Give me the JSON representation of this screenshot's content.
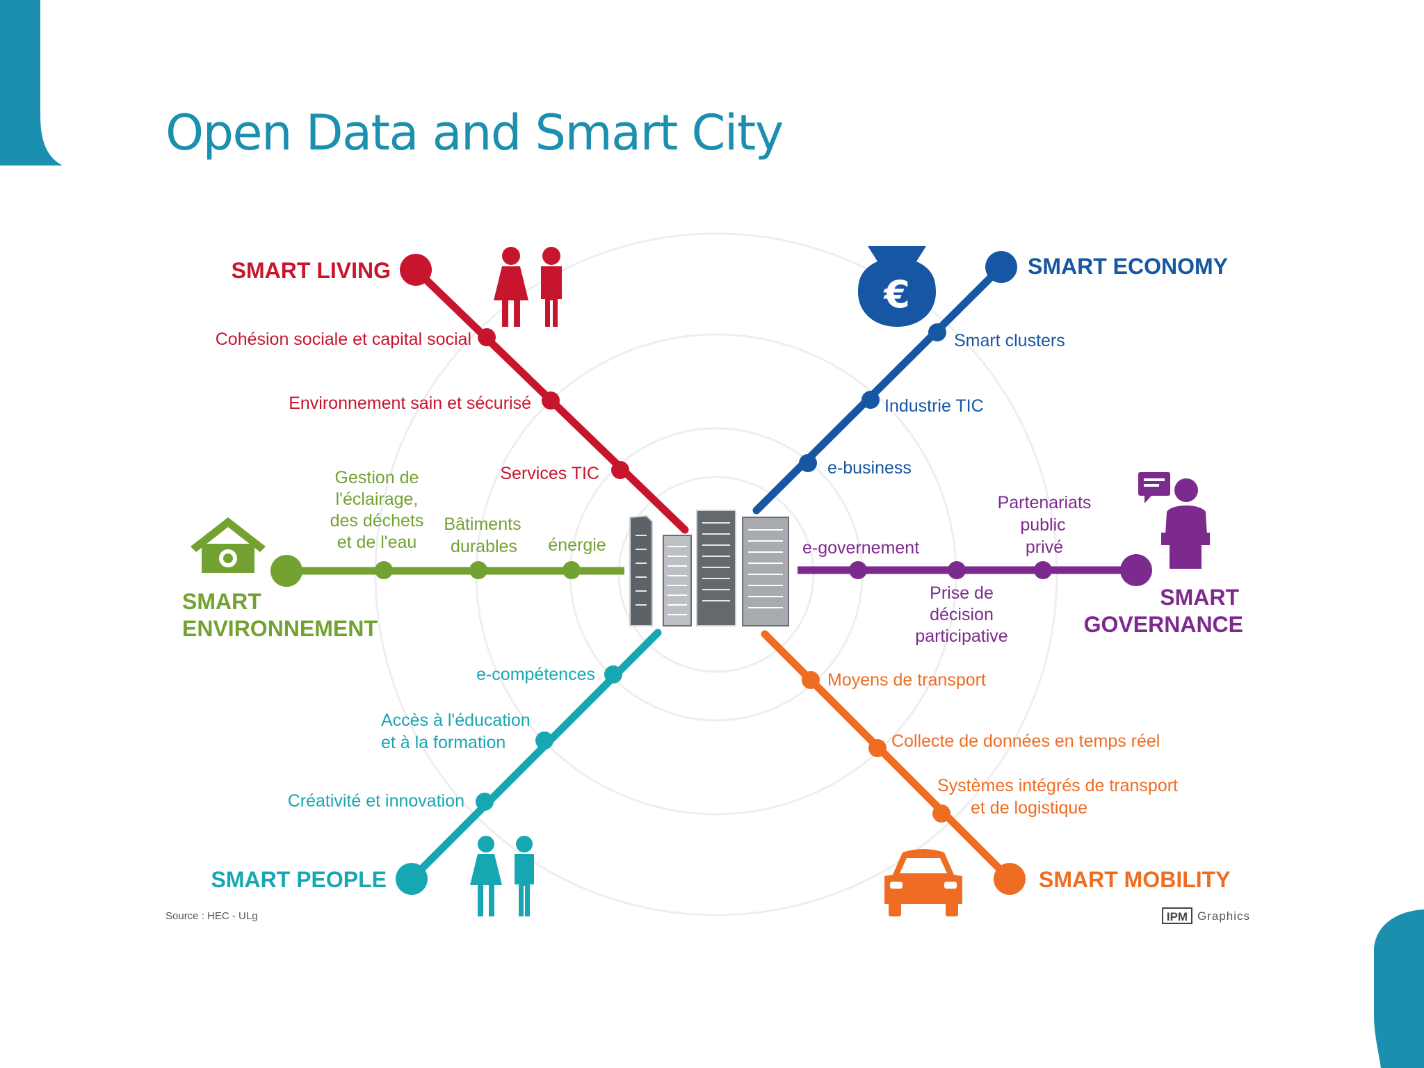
{
  "slide": {
    "title": "Open Data and Smart City"
  },
  "colors": {
    "accent": "#1a8fae",
    "living": "#c8152e",
    "economy": "#1656a3",
    "environment": "#73a232",
    "governance": "#7d2a8e",
    "people": "#17a7b3",
    "mobility": "#ef6d22"
  },
  "diagram": {
    "branches": {
      "living": {
        "title": "SMART LIVING",
        "icon": "couple-icon",
        "stations": [
          "Cohésion sociale et capital social",
          "Environnement sain et sécurisé",
          "Services TIC"
        ]
      },
      "economy": {
        "title": "SMART ECONOMY",
        "icon": "euro-money-bag-icon",
        "stations": [
          "Smart clusters",
          "Industrie TIC",
          "e-business"
        ]
      },
      "environment": {
        "title_line1": "SMART",
        "title_line2": "ENVIRONNEMENT",
        "icon": "eco-house-icon",
        "stations": [
          {
            "lines": [
              "Gestion de",
              "l'éclairage,",
              "des déchets",
              "et de l'eau"
            ]
          },
          {
            "lines": [
              "Bâtiments",
              "durables"
            ]
          },
          {
            "lines": [
              "énergie"
            ]
          }
        ]
      },
      "governance": {
        "title_line1": "SMART",
        "title_line2": "GOVERNANCE",
        "icon": "speaker-podium-icon",
        "stations": [
          {
            "lines": [
              "e-governement"
            ]
          },
          {
            "lines": [
              "Prise de",
              "décision",
              "participative"
            ]
          },
          {
            "lines": [
              "Partenariats",
              "public",
              "privé"
            ]
          }
        ]
      },
      "people": {
        "title": "SMART PEOPLE",
        "icon": "couple-icon",
        "stations": [
          {
            "lines": [
              "e-compétences"
            ]
          },
          {
            "lines": [
              "Accès à l'éducation",
              "et à la formation"
            ]
          },
          {
            "lines": [
              "Créativité et innovation"
            ]
          }
        ]
      },
      "mobility": {
        "title": "SMART MOBILITY",
        "icon": "car-icon",
        "stations": [
          {
            "lines": [
              "Moyens de transport"
            ]
          },
          {
            "lines": [
              "Collecte de données en temps réel"
            ]
          },
          {
            "lines": [
              "Systèmes intégrés de transport",
              "et de logistique"
            ]
          }
        ]
      }
    },
    "source": "Source : HEC - ULg",
    "credit_badge": "IPM",
    "credit_text": "Graphics"
  }
}
